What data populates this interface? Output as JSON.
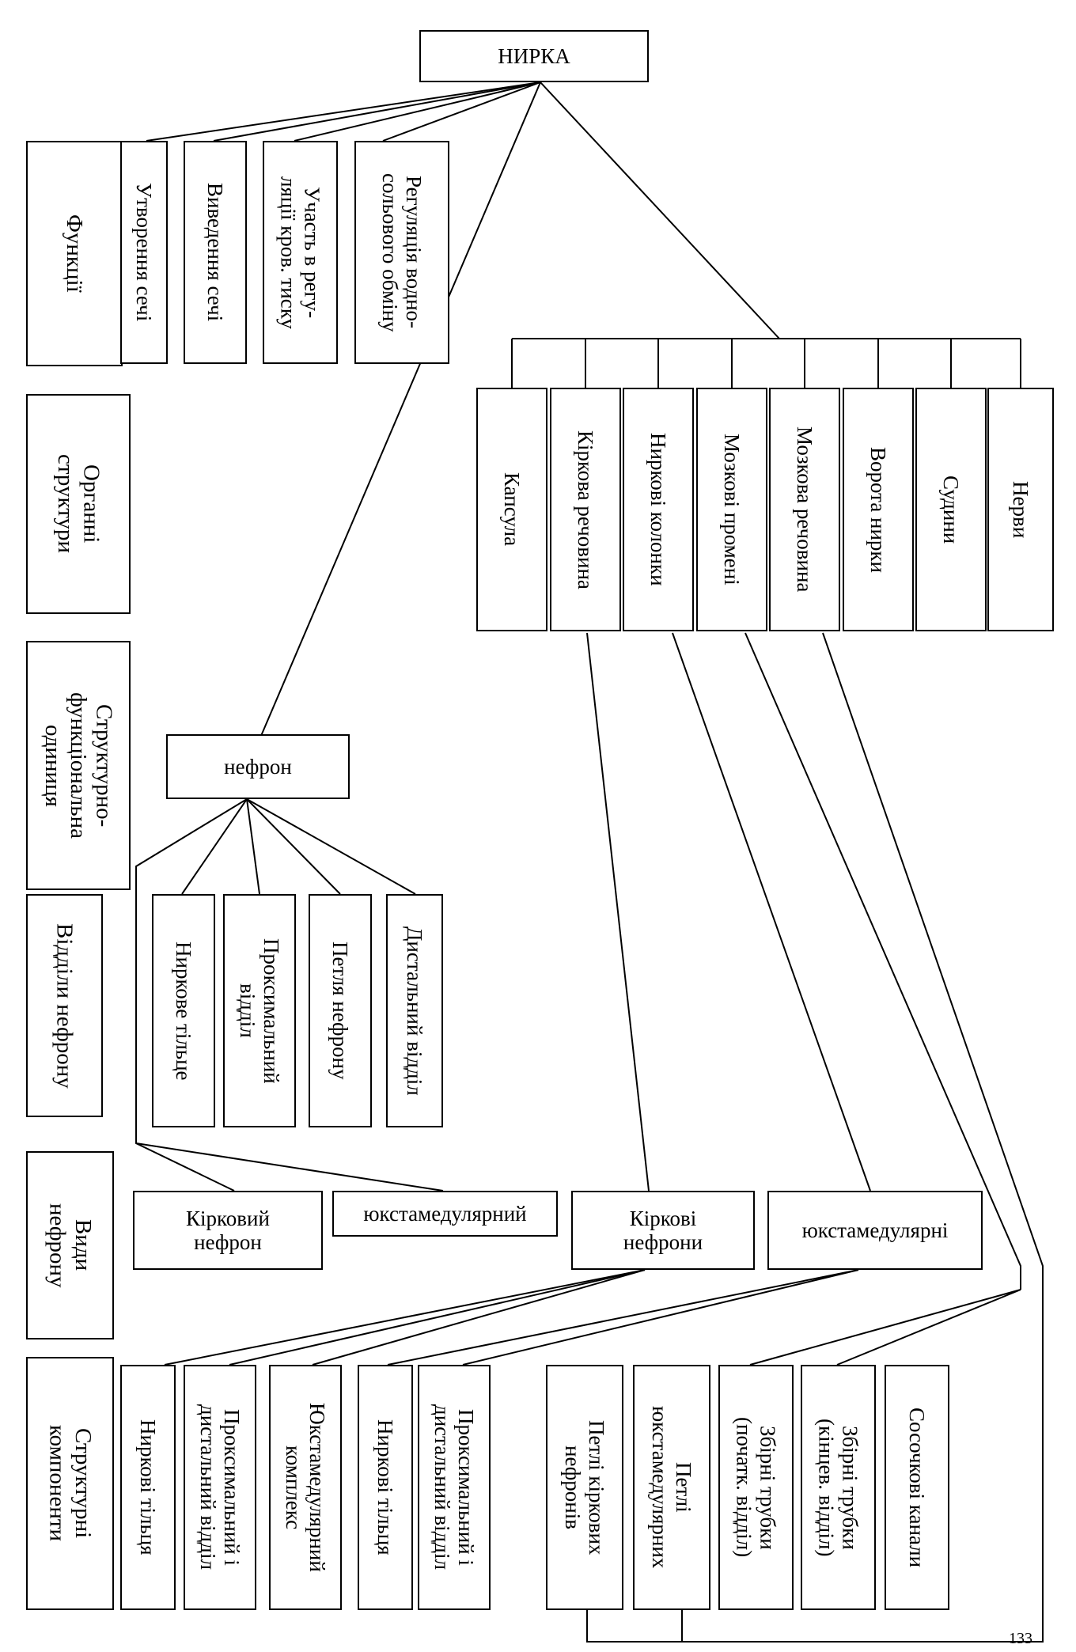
{
  "root": "НИРКА",
  "categories": {
    "functions": "Функції",
    "organ_structures": "Органні\nструктури",
    "structural_unit": "Структурно-\nфункціональна\nодиниця",
    "nephron_parts": "Відділи нефрону",
    "nephron_types": "Види\nнефрону",
    "structural_components": "Структурні\nкомпоненти"
  },
  "functions": [
    "Утворення сечі",
    "Виведення сечі",
    "Участь в регу-\nляції кров. тиску",
    "Регуляція водно-\nсольового обміну"
  ],
  "organ_structures": [
    "Капсула",
    "Кіркова речовина",
    "Ниркові колонки",
    "Мозкові промені",
    "Мозкова речовина",
    "Ворота нирки",
    "Судини",
    "Нерви"
  ],
  "unit": "нефрон",
  "nephron_parts": [
    "Ниркове тільце",
    "Проксимальний\nвідділ",
    "Петля нефрону",
    "Дистальний відділ"
  ],
  "nephron_types": [
    "Кірковий\nнефрон",
    "юкстамедулярний",
    "Кіркові\nнефрони",
    "юкстамедулярні"
  ],
  "components": [
    "Ниркові тільця",
    "Проксимальний і\nдистальний відділ",
    "Юкстамедулярний\nкомплекс",
    "Ниркові тільця",
    "Проксимальний і\nдистальний відділ",
    "Петлі кіркових\nнефронів",
    "Петлі\nюкстамедулярних",
    "Збірні трубки\n(початк. відділ)",
    "Збірні трубки\n(кінцев. відділ)",
    "Сосочкові канали"
  ],
  "page_number": "133"
}
